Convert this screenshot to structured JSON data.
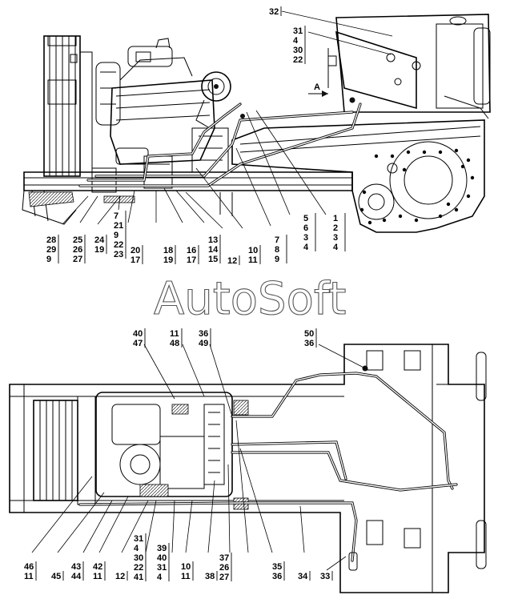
{
  "watermark": "AutoSoft",
  "view_marker": "A",
  "top_view_callouts": [
    {
      "id": "t32",
      "lines": [
        "32"
      ]
    },
    {
      "id": "t31",
      "lines": [
        "31",
        "4",
        "30",
        "22"
      ]
    },
    {
      "id": "t28",
      "lines": [
        "28",
        "29",
        "9"
      ]
    },
    {
      "id": "t25",
      "lines": [
        "25",
        "26",
        "27"
      ]
    },
    {
      "id": "t24",
      "lines": [
        "24",
        "19"
      ]
    },
    {
      "id": "t7a",
      "lines": [
        "7",
        "21",
        "9",
        "22",
        "23"
      ]
    },
    {
      "id": "t20",
      "lines": [
        "20",
        "17"
      ]
    },
    {
      "id": "t18",
      "lines": [
        "18",
        "19"
      ]
    },
    {
      "id": "t16",
      "lines": [
        "16",
        "17"
      ]
    },
    {
      "id": "t13",
      "lines": [
        "13",
        "14",
        "15"
      ]
    },
    {
      "id": "t12",
      "lines": [
        "12"
      ]
    },
    {
      "id": "t10",
      "lines": [
        "10",
        "11"
      ]
    },
    {
      "id": "t7b",
      "lines": [
        "7",
        "8",
        "9"
      ]
    },
    {
      "id": "t5",
      "lines": [
        "5",
        "6",
        "3",
        "4"
      ]
    },
    {
      "id": "t1",
      "lines": [
        "1",
        "2",
        "3",
        "4"
      ]
    }
  ],
  "bottom_view_callouts": [
    {
      "id": "b40",
      "lines": [
        "40",
        "47"
      ]
    },
    {
      "id": "b11",
      "lines": [
        "11",
        "48"
      ]
    },
    {
      "id": "b36",
      "lines": [
        "36",
        "49"
      ]
    },
    {
      "id": "b50",
      "lines": [
        "50",
        "36"
      ]
    },
    {
      "id": "b46",
      "lines": [
        "46",
        "11"
      ]
    },
    {
      "id": "b45",
      "lines": [
        "45"
      ]
    },
    {
      "id": "b43",
      "lines": [
        "43",
        "44"
      ]
    },
    {
      "id": "b42",
      "lines": [
        "42",
        "11"
      ]
    },
    {
      "id": "b12",
      "lines": [
        "12"
      ]
    },
    {
      "id": "b31",
      "lines": [
        "31",
        "4",
        "30",
        "22",
        "41"
      ]
    },
    {
      "id": "b39",
      "lines": [
        "39",
        "40",
        "31",
        "4"
      ]
    },
    {
      "id": "b10",
      "lines": [
        "10",
        "11"
      ]
    },
    {
      "id": "b38",
      "lines": [
        "38"
      ]
    },
    {
      "id": "b37",
      "lines": [
        "37",
        "26",
        "27"
      ]
    },
    {
      "id": "b35",
      "lines": [
        "35",
        "36"
      ]
    },
    {
      "id": "b34",
      "lines": [
        "34"
      ]
    },
    {
      "id": "b33",
      "lines": [
        "33"
      ]
    }
  ]
}
